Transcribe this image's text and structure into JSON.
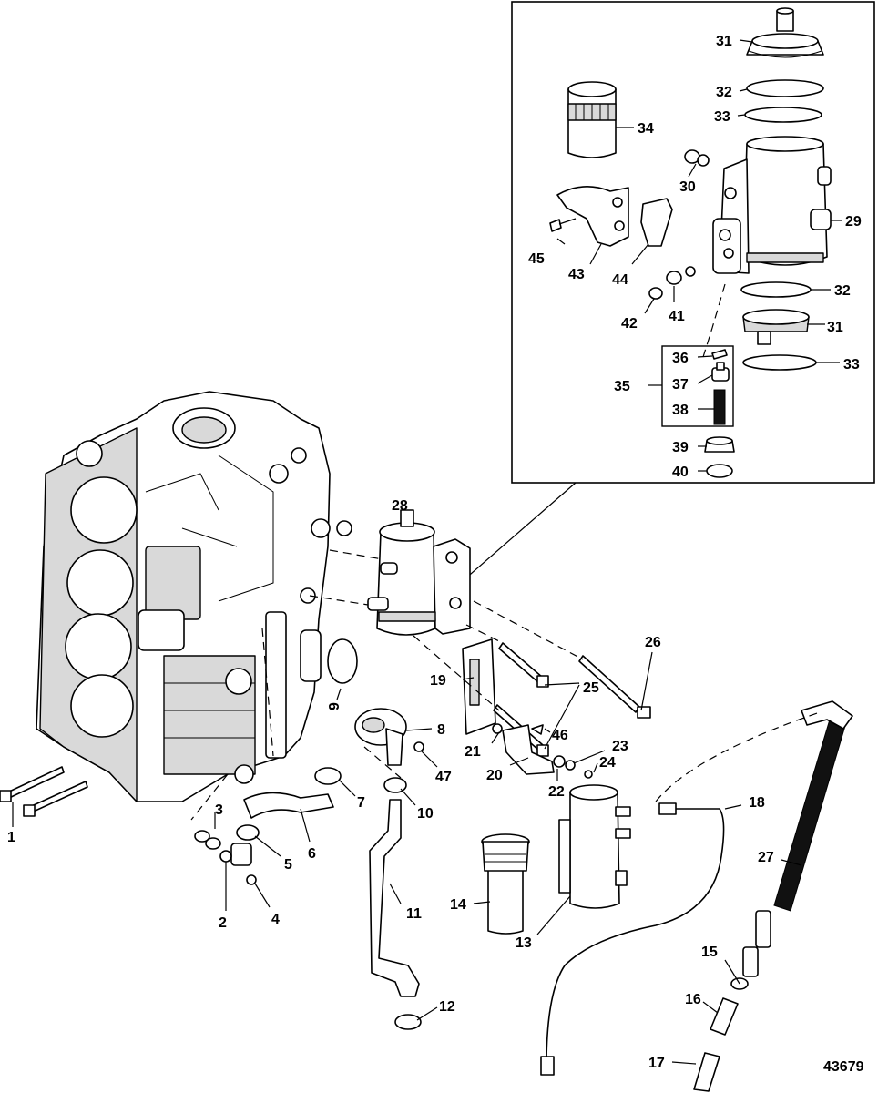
{
  "figure_number": "43679",
  "callouts": [
    "1",
    "2",
    "3",
    "4",
    "5",
    "6",
    "7",
    "8",
    "9",
    "10",
    "11",
    "12",
    "13",
    "14",
    "15",
    "16",
    "17",
    "18",
    "19",
    "20",
    "21",
    "22",
    "23",
    "24",
    "25",
    "26",
    "27",
    "28",
    "29",
    "30",
    "31",
    "32",
    "33",
    "34",
    "35",
    "36",
    "37",
    "38",
    "39",
    "40",
    "41",
    "42",
    "43",
    "44",
    "45",
    "46",
    "47"
  ],
  "inset_callouts": {
    "top_31": "31",
    "top_32": "32",
    "top_33": "33",
    "bot_31": "31",
    "bot_32": "32",
    "bot_33": "33"
  }
}
